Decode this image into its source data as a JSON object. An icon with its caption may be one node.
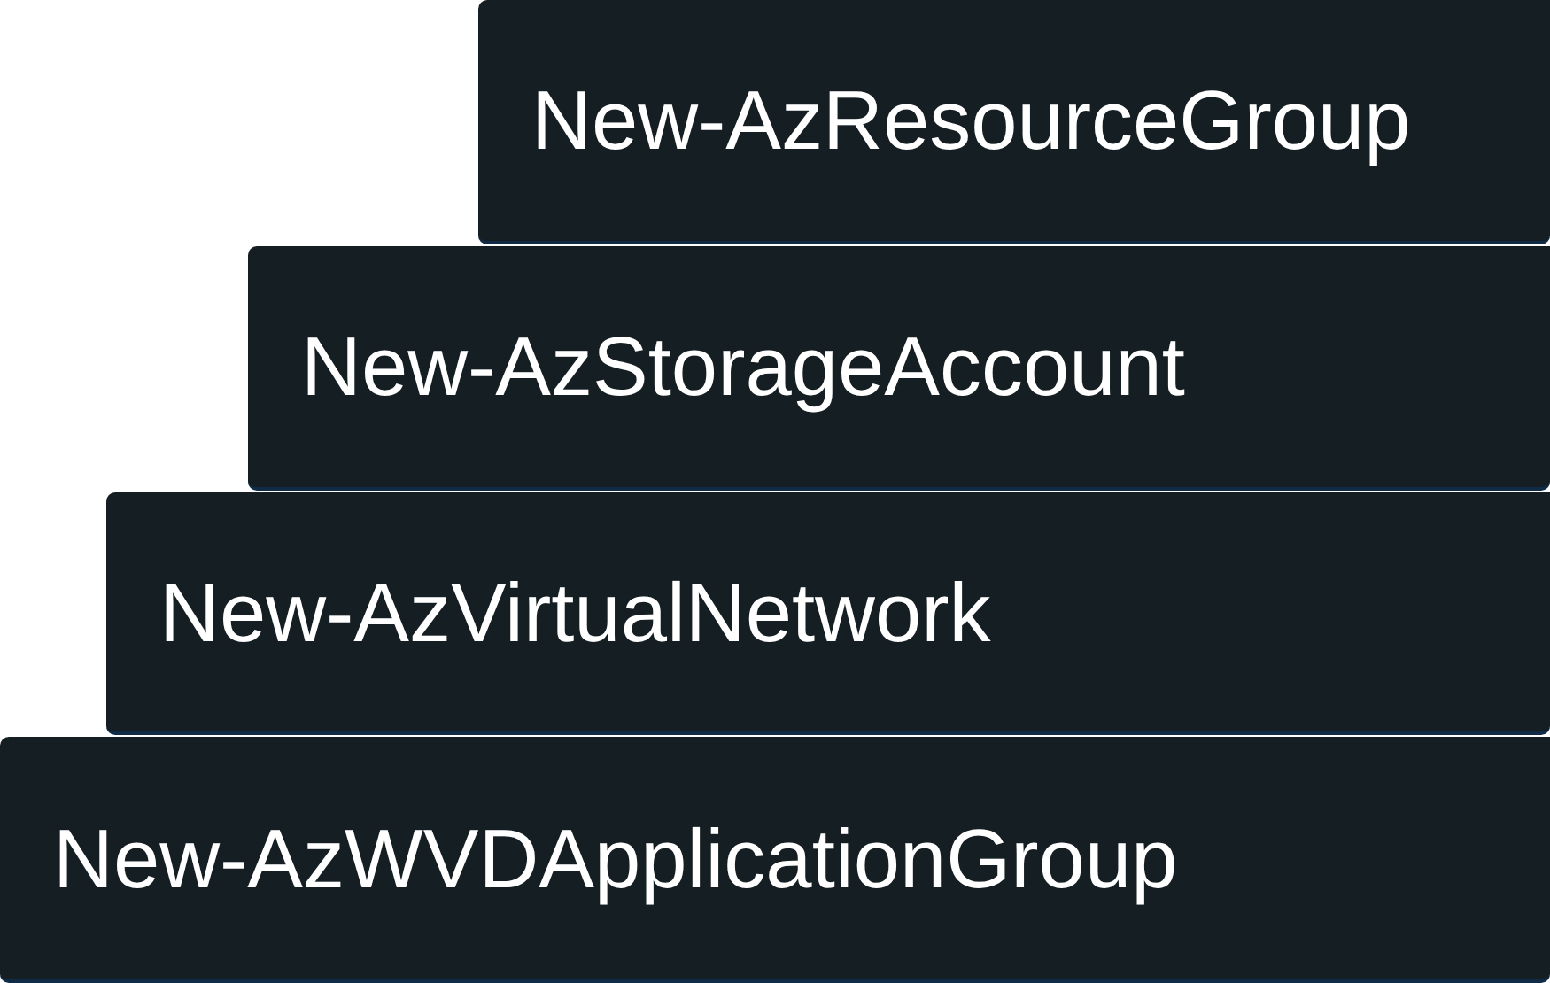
{
  "diagram": {
    "nodes": [
      {
        "text": [
          "New-AzResourceGroup"
        ]
      },
      {
        "text": [
          "New-AzStorageAccount"
        ]
      },
      {
        "text": [
          "New-AzVirtualNetwork"
        ]
      },
      {
        "text": [
          "New-AzWVDApplicationGroup"
        ]
      }
    ]
  }
}
